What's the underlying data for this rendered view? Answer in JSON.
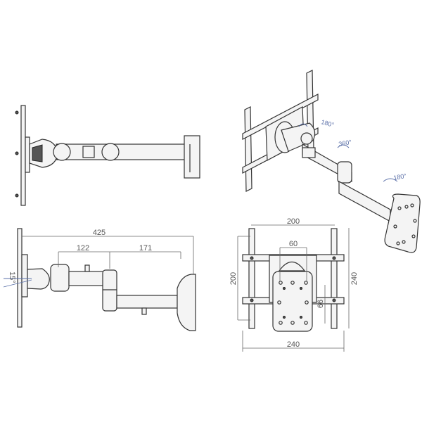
{
  "dimensions": {
    "total_depth": "425",
    "arm_1": "122",
    "arm_2": "171",
    "tilt": "15°",
    "vesa_width": "200",
    "vesa_height": "200",
    "wall_plate_hole_spacing": "60",
    "wall_plate_vertical_spacing": "66",
    "bracket_height": "240",
    "bracket_width": "240"
  },
  "rotations": {
    "head_swivel": "180°",
    "arm_swivel": "360°",
    "wall_swivel": "180°"
  },
  "colors": {
    "line": "#333333",
    "dimension": "#666666",
    "rotation_annotation": "#5a6fa8"
  }
}
